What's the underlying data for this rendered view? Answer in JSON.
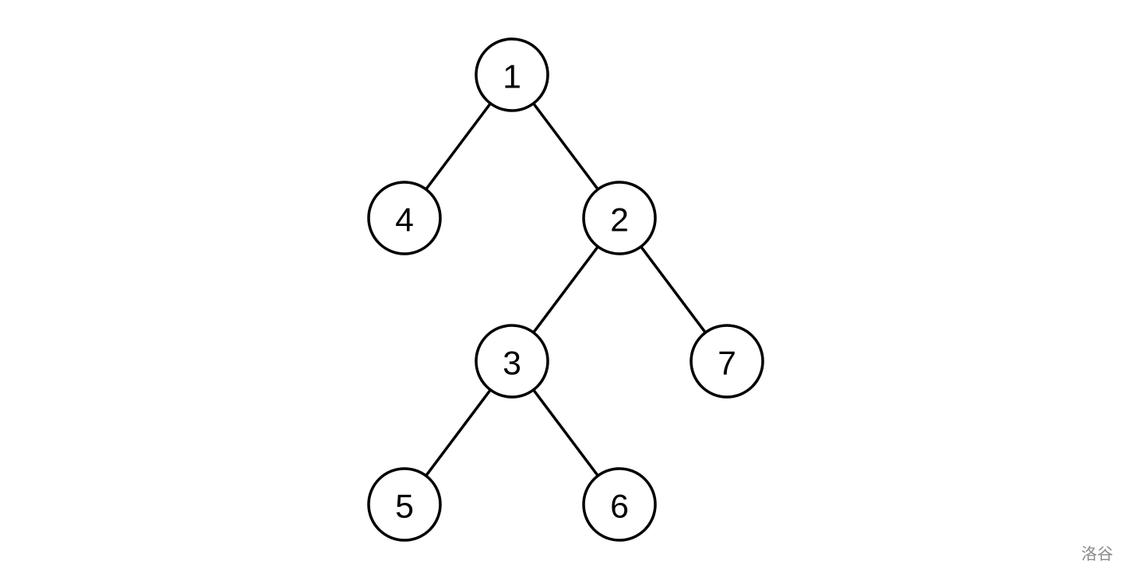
{
  "tree": {
    "nodes": [
      {
        "id": "1",
        "label": "1"
      },
      {
        "id": "4",
        "label": "4"
      },
      {
        "id": "2",
        "label": "2"
      },
      {
        "id": "3",
        "label": "3"
      },
      {
        "id": "7",
        "label": "7"
      },
      {
        "id": "5",
        "label": "5"
      },
      {
        "id": "6",
        "label": "6"
      }
    ],
    "edges": [
      {
        "from": "1",
        "to": "4"
      },
      {
        "from": "1",
        "to": "2"
      },
      {
        "from": "2",
        "to": "3"
      },
      {
        "from": "2",
        "to": "7"
      },
      {
        "from": "3",
        "to": "5"
      },
      {
        "from": "3",
        "to": "6"
      }
    ]
  },
  "watermark": {
    "text": "洛谷"
  }
}
